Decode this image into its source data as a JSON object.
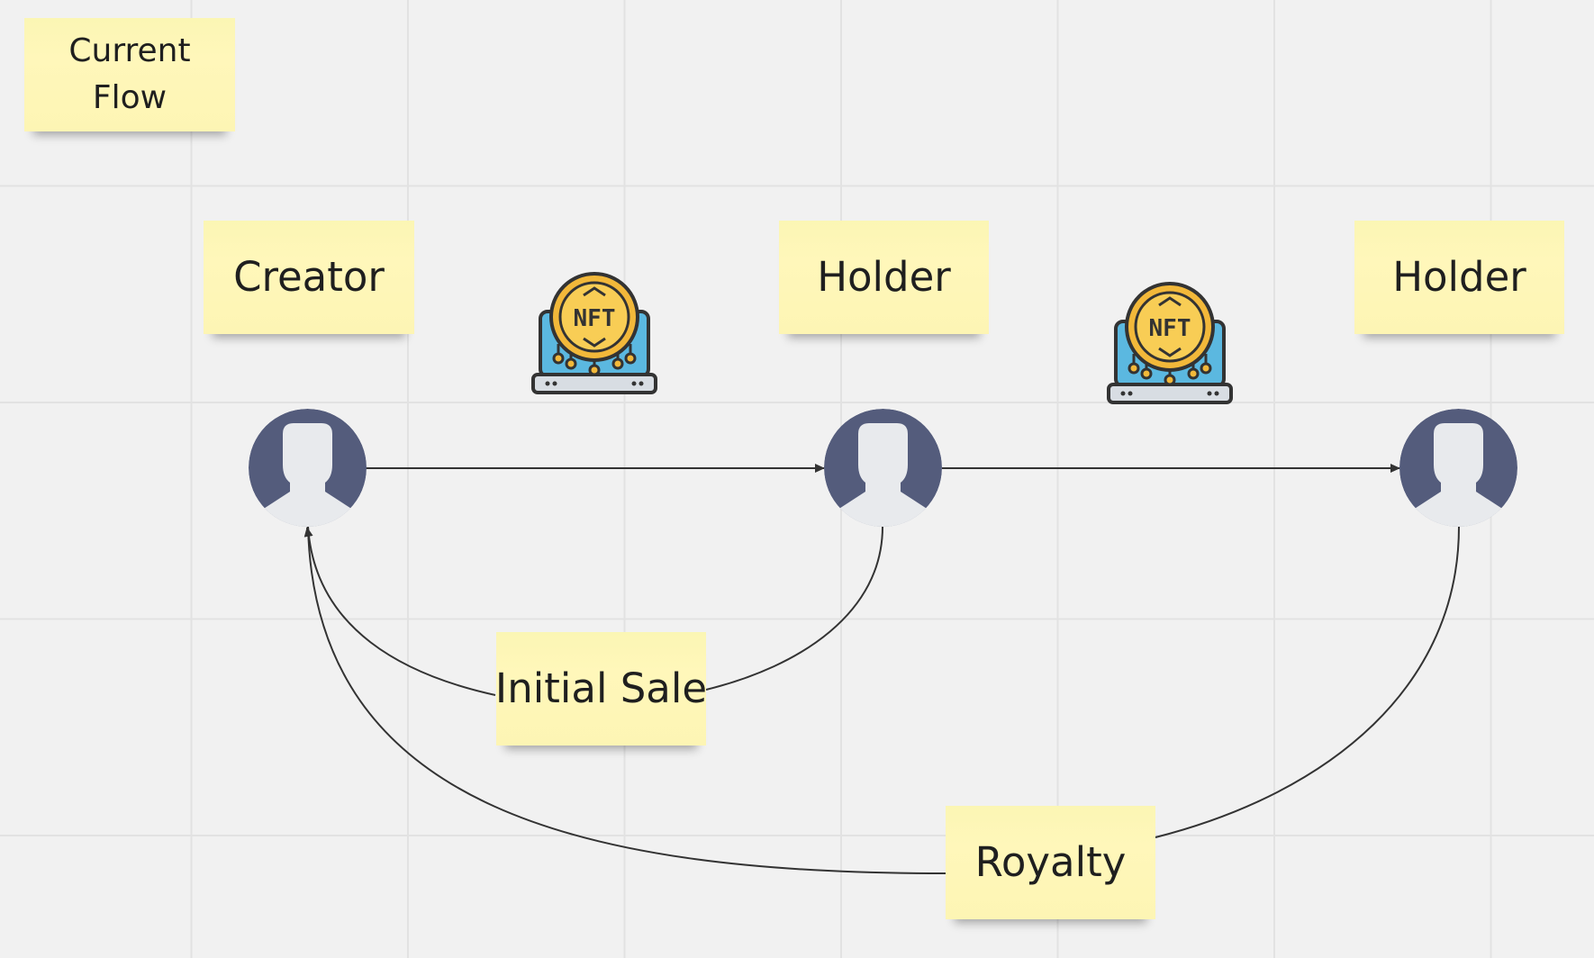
{
  "board": {
    "title": "Current\nFlow",
    "roles": {
      "creator": "Creator",
      "holder_1": "Holder",
      "holder_2": "Holder"
    },
    "flows": {
      "initial_sale": "Initial Sale",
      "royalty": "Royalty"
    },
    "icons": {
      "person": "user-avatar-icon",
      "nft": "nft-laptop-icon"
    },
    "nft_badge_text": "NFT",
    "colors": {
      "canvas": "#f1f1f1",
      "grid": "#e2e2e2",
      "sticky": "#fff7ba",
      "avatar_circle": "#545c7c",
      "avatar_silhouette": "#e8eaed",
      "connector": "#333333",
      "nft_coin": "#f2b83a",
      "nft_screen": "#5bb8e0"
    }
  }
}
